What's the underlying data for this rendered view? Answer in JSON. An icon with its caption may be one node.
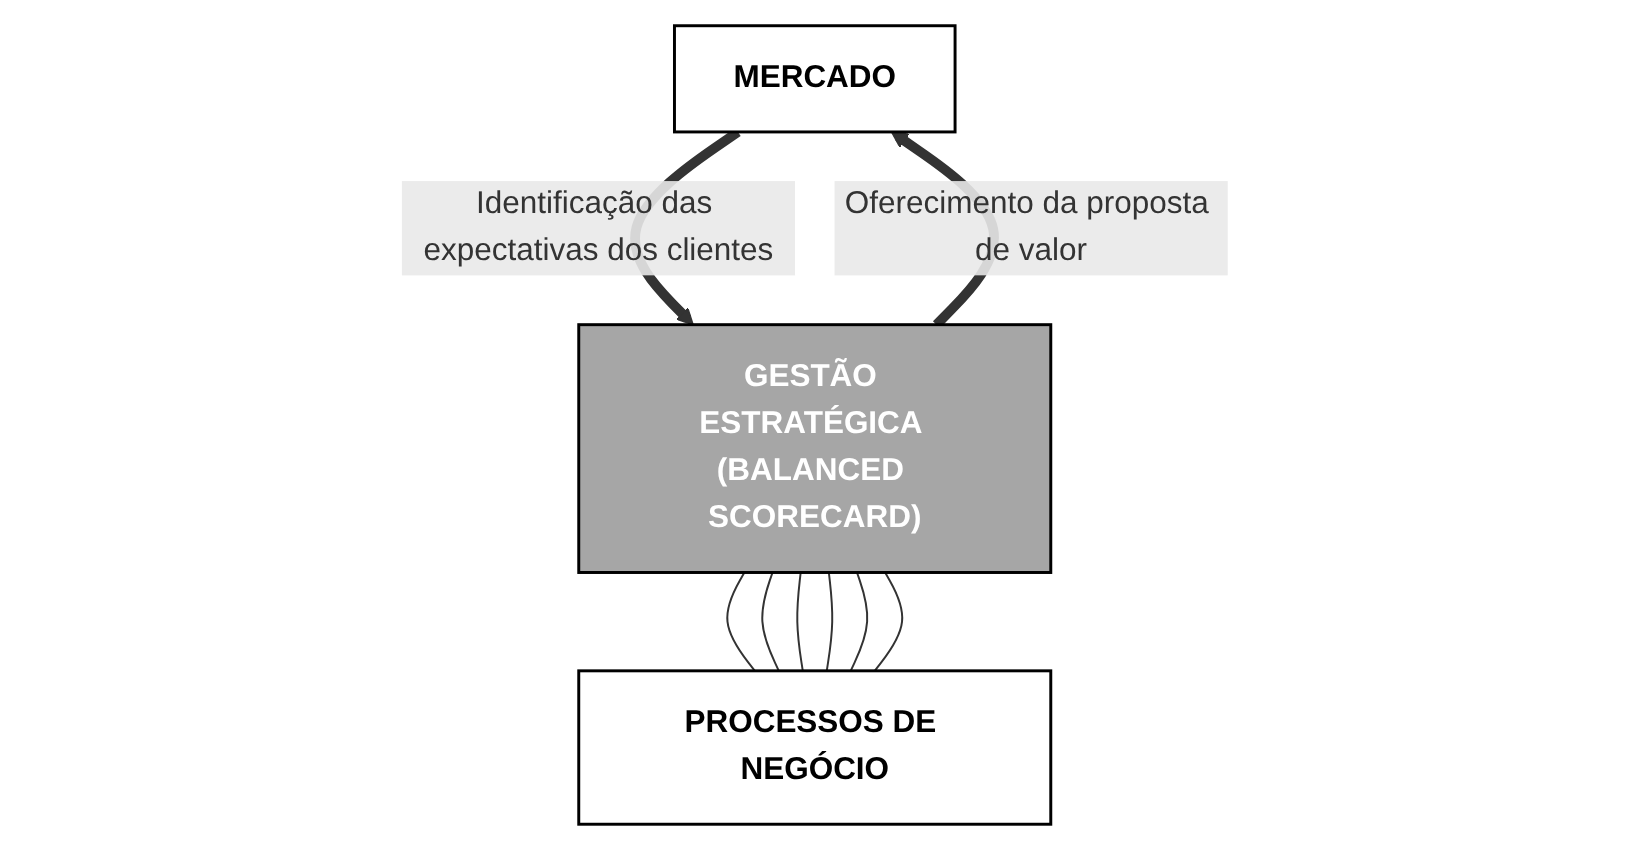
{
  "diagram": {
    "nodes": [
      {
        "text": [
          "MERCADO"
        ]
      },
      {
        "text": [
          "GESTÃO ESTRATÉGICA (BALANCED SCORECARD)"
        ]
      },
      {
        "text": [
          "PROCESSOS DE NEGÓCIO"
        ]
      }
    ],
    "edges": [
      {
        "from": 0,
        "to": 1,
        "arrow": "to",
        "label": "Identificação das expectativas dos clientes",
        "style": "thick"
      },
      {
        "from": 1,
        "to": 0,
        "arrow": "to",
        "label": "Oferecimento da proposta de valor",
        "style": "thick"
      },
      {
        "from": 1,
        "to": 2,
        "arrow": "none"
      },
      {
        "from": 1,
        "to": 2,
        "arrow": "none"
      },
      {
        "from": 1,
        "to": 2,
        "arrow": "none"
      },
      {
        "from": 1,
        "to": 2,
        "arrow": "none"
      },
      {
        "from": 1,
        "to": 2,
        "arrow": "none"
      },
      {
        "from": 1,
        "to": 2,
        "arrow": "none"
      }
    ]
  }
}
